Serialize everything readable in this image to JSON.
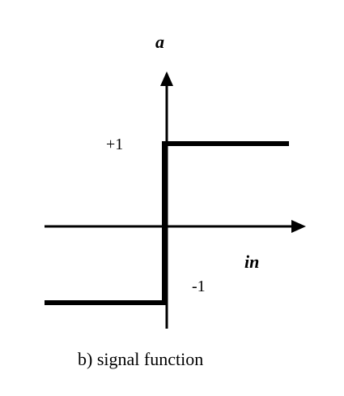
{
  "diagram": {
    "y_axis_label": "a",
    "x_axis_label": "in",
    "upper_level_label": "+1",
    "lower_level_label": "-1",
    "caption": "b) signal function",
    "line_color": "#000000"
  }
}
